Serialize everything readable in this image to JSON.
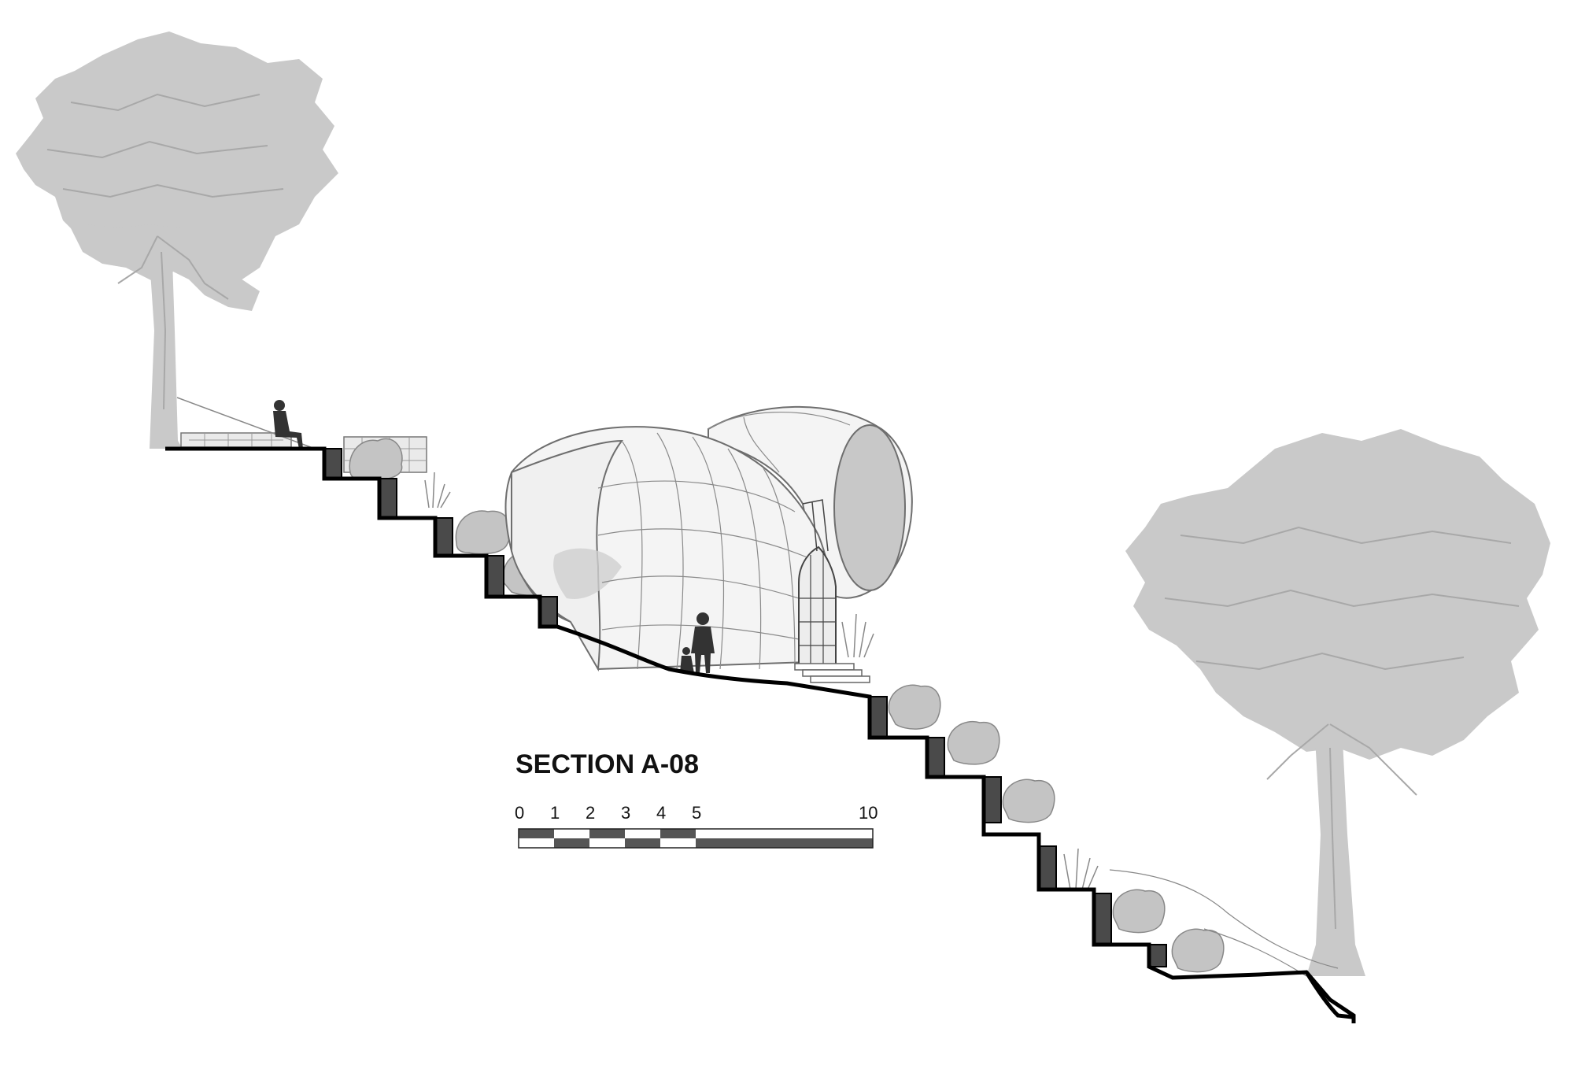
{
  "section": {
    "title": "SECTION A-08"
  },
  "scale_bar": {
    "labels": [
      "0",
      "1",
      "2",
      "3",
      "4",
      "5",
      "10"
    ]
  },
  "colors": {
    "tree": "#c9c9c9",
    "tree_detail": "#a8a8a8",
    "ground": "#000000",
    "wall": "#4a4a4a",
    "shrub": "#c4c4c4",
    "shell_line": "#6e6e6e",
    "figure": "#333333",
    "scale_dark": "#555555"
  }
}
